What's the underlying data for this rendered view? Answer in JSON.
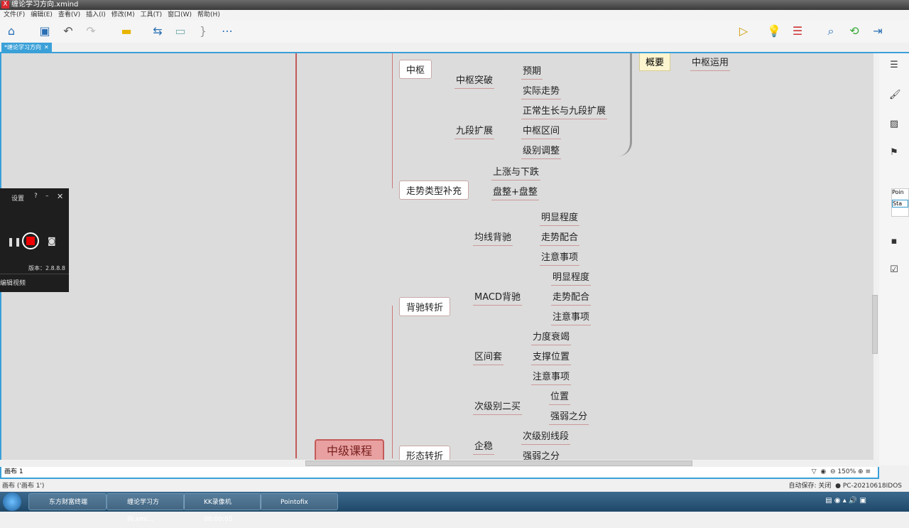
{
  "window": {
    "title": "缠论学习方向.xmind",
    "logo": "X"
  },
  "menu": [
    "文件(F)",
    "编辑(E)",
    "查看(V)",
    "插入(I)",
    "修改(M)",
    "工具(T)",
    "窗口(W)",
    "帮助(H)"
  ],
  "toolbar": {
    "icons": [
      "home-icon",
      "save-icon",
      "undo-icon",
      "redo-icon",
      "topic-icon",
      "relationship-icon",
      "boundary-icon",
      "summary-icon",
      "more-icon"
    ],
    "right_icons": [
      "presentation-icon",
      "idea-icon",
      "layout-icon",
      "search-icon",
      "share-icon",
      "export-icon"
    ]
  },
  "tab": {
    "label": "*缠论学习方向",
    "close": "✕"
  },
  "mindmap": {
    "central": "中级课程",
    "summary": {
      "label": "概要",
      "child": "中枢运用"
    },
    "nodes": [
      "中枢",
      "中枢突破",
      "预期",
      "实际走势",
      "九段扩展",
      "正常生长与九段扩展",
      "中枢区间",
      "级别调整",
      "走势类型补充",
      "上涨与下跌",
      "盘整+盘整",
      "背驰转折",
      "均线背驰",
      "明显程度",
      "走势配合",
      "注意事项",
      "MACD背驰",
      "明显程度",
      "走势配合",
      "注意事项",
      "区间套",
      "力度衰竭",
      "支撑位置",
      "注意事项",
      "形态转折",
      "次级别二买",
      "位置",
      "强弱之分",
      "企稳",
      "次级别线段",
      "强弱之分"
    ],
    "branch_color": "#c45a5a"
  },
  "recorder": {
    "settings": "设置",
    "help": "?",
    "minimize": "–",
    "close": "✕",
    "version": "版本：2.8.8.8",
    "edit_video": "编辑视频"
  },
  "statusbar": {
    "sheet": "画布 1",
    "zoom": "150%"
  },
  "info": {
    "left": "画布 ('画布 1')",
    "autosave": "自动保存: 关闭",
    "pc": "PC-20210618IDOS"
  },
  "taskbar": [
    "东方财富终端",
    "缠论学习方向.xmi...",
    "KK录像机 00:00:05",
    "Pointofix"
  ],
  "popup": {
    "line1": "Poin",
    "line2": "Sta"
  }
}
